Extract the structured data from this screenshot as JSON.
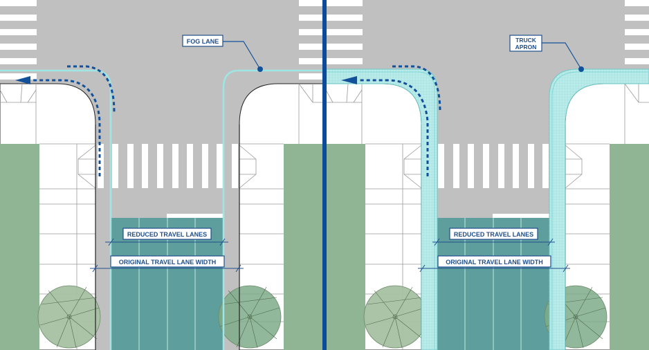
{
  "colors": {
    "road": "#c0c0c0",
    "sidewalk": "#ffffff",
    "planting": "#8fb594",
    "tree": "#a6c0a2",
    "lane_fill": "#5e9e9c",
    "lane_line": "#9fd0cc",
    "fog_line": "#9fe5e3",
    "apron_fill": "#b9ebea",
    "accent_blue": "#12509a",
    "label_text": "#1f4e8c",
    "divider": "#0c4a9a"
  },
  "panels": [
    {
      "id": "fog-lane",
      "callout": [
        "FOG LANE"
      ],
      "dim_reduced": "REDUCED TRAVEL LANES",
      "dim_original": "ORIGINAL TRAVEL LANE WIDTH"
    },
    {
      "id": "truck-apron",
      "callout": [
        "TRUCK",
        "APRON"
      ],
      "dim_reduced": "REDUCED TRAVEL LANES",
      "dim_original": "ORIGINAL TRAVEL LANE WIDTH"
    }
  ]
}
